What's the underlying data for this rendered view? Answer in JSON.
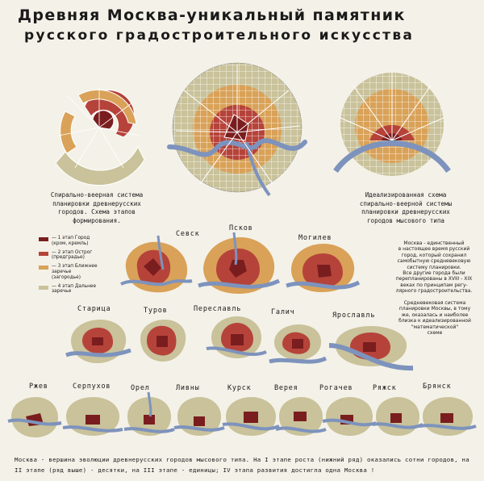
{
  "title": {
    "line1": "Древняя Москва-уникальный памятник",
    "line2": "русского градостроительного искусства"
  },
  "caption_spiral": {
    "lines": [
      "Спирально-веерная система",
      "планировки древнерусских",
      "городов. Схема этапов",
      "формирования."
    ]
  },
  "caption_ideal": {
    "lines": [
      "Идеализированная схема",
      "спирально-веерной системы",
      "планировки древнерусских",
      "городов мысового типа"
    ]
  },
  "legend": [
    {
      "text": "— 1 этап Город\n(кром, кремль)",
      "color": "#7a1d1f"
    },
    {
      "text": "— 2 этап Острог\n(предградье)",
      "color": "#b6433a"
    },
    {
      "text": "— 3 этап Ближнее\nзаречье\n(загородье)",
      "color": "#d9a258"
    },
    {
      "text": "— 4 этап Дальнее\nзаречье",
      "color": "#c9c29a"
    }
  ],
  "note_moscow": {
    "lines": [
      "Москва - единственный",
      "в настоящее время русский",
      "город, который сохранил",
      "самобытную средневековую",
      "систему планировки.",
      "Все другие города были",
      "перепланированы в XVIII - XIX",
      "веках по принципам регу-",
      "лярного градостроительства."
    ]
  },
  "note_system": {
    "lines": [
      "Средневековая система",
      "планировки Москвы, в тому",
      "же, оказалась и наиболее",
      "близка к идеализированной",
      "\"математической\"",
      "схеме"
    ]
  },
  "cities": {
    "row3": [
      "Севск",
      "Псков",
      "Могилев"
    ],
    "row2": [
      "Старица",
      "Туров",
      "Переславль",
      "Галич",
      "Ярославль"
    ],
    "row1": [
      "Ржев",
      "Серпухов",
      "Орел",
      "Ливны",
      "Курск",
      "Верея",
      "Рогачев",
      "Ряжск",
      "Брянск"
    ]
  },
  "bottom_text": "Москва - вершина эволюции древнерусских городов мысового типа. На I этапе роста (нижний ряд) оказались сотни городов, на II этапе (ряд выше) - десятки, на III этапе - единицы; IV этапа развития достигла одна Москва !",
  "colors": {
    "kremlin": "#7a1d1f",
    "ostrog": "#b6433a",
    "near": "#d9a258",
    "far": "#c9c29a",
    "river": "#7d93bd",
    "paper": "#f4f1e8"
  },
  "icons": [
    "spiral-fan-scheme",
    "moscow-plan",
    "idealized-scheme"
  ]
}
